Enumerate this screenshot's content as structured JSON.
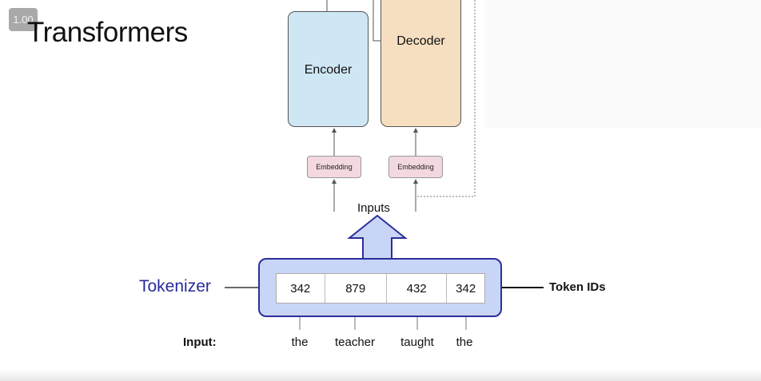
{
  "player": {
    "speed": "1.00"
  },
  "slide": {
    "title": "Transformers"
  },
  "diagram": {
    "encoder_label": "Encoder",
    "decoder_label": "Decoder",
    "embedding_label": "Embedding",
    "inputs_label": "Inputs",
    "tokenizer_label": "Tokenizer",
    "token_ids_label": "Token IDs",
    "input_label": "Input:",
    "token_ids": [
      "342",
      "879",
      "432",
      "342"
    ],
    "words": [
      "the",
      "teacher",
      "taught",
      "the"
    ],
    "colors": {
      "encoder": "#cfe7f4",
      "decoder": "#f6dfc0",
      "embedding": "#f3d9df",
      "tokenizer_fill": "#c9d5f6",
      "tokenizer_border": "#2c2e9c"
    }
  }
}
